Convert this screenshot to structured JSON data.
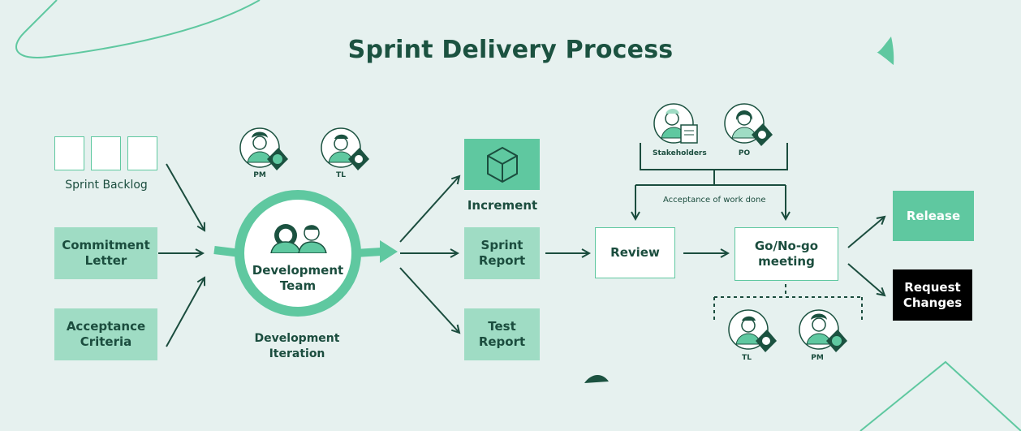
{
  "title": "Sprint Delivery Process",
  "nodes": {
    "sprint_backlog": "Sprint Backlog",
    "commitment_letter": "Commitment Letter",
    "acceptance_criteria": "Acceptance Criteria",
    "development_team": "Development Team",
    "development_iteration": "Development Iteration",
    "increment": "Increment",
    "sprint_report": "Sprint Report",
    "test_report": "Test Report",
    "review": "Review",
    "go_no_go": "Go/No-go meeting",
    "release": "Release",
    "request_changes": "Request Changes"
  },
  "people": {
    "pm_top": "PM",
    "tl_top": "TL",
    "stakeholders": "Stakeholders",
    "po": "PO",
    "tl_bottom": "TL",
    "pm_bottom": "PM"
  },
  "edge_labels": {
    "acceptance": "Acceptance of work done"
  },
  "colors": {
    "dark_green": "#1b5240",
    "light_green": "#9fdcc4",
    "medium_green": "#5fc8a0",
    "background": "#e6f1ef",
    "black": "#000000"
  }
}
